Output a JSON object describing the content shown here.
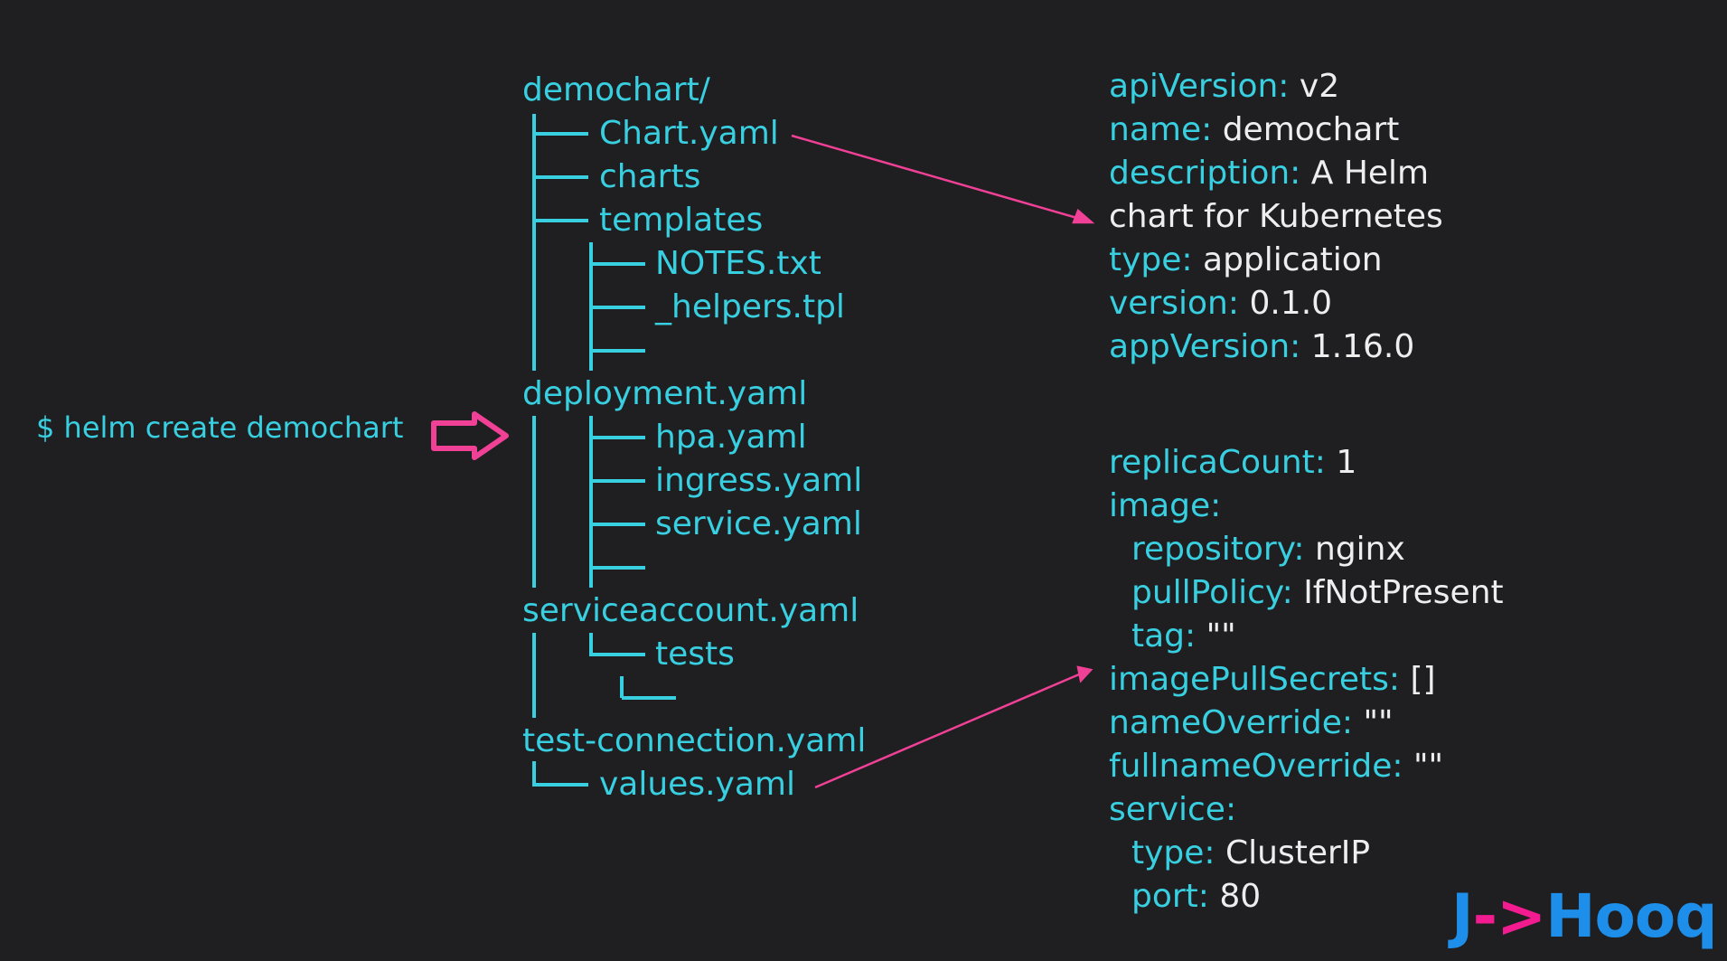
{
  "command": "$ helm create demochart",
  "tree": {
    "root": "demochart/",
    "chart_yaml": "Chart.yaml",
    "charts": "charts",
    "templates": "templates",
    "notes": "NOTES.txt",
    "helpers": "_helpers.tpl",
    "deployment": "deployment.yaml",
    "hpa": "hpa.yaml",
    "ingress": "ingress.yaml",
    "service": "service.yaml",
    "serviceaccount": "serviceaccount.yaml",
    "tests": "tests",
    "test_connection": "test-connection.yaml",
    "values": "values.yaml"
  },
  "chart_yaml": {
    "api_key": "apiVersion:",
    "api_val": "v2",
    "name_key": "name:",
    "name_val": "demochart",
    "desc_key": "description:",
    "desc_val": "A Helm",
    "desc_cont": "chart for Kubernetes",
    "type_key": "type:",
    "type_val": "application",
    "version_key": "version:",
    "version_val": "0.1.0",
    "appversion_key": "appVersion:",
    "appversion_val": "1.16.0"
  },
  "values_yaml": {
    "replica_key": "replicaCount:",
    "replica_val": "1",
    "image_key": "image:",
    "repo_key": "repository:",
    "repo_val": "nginx",
    "pull_key": "pullPolicy:",
    "pull_val": "IfNotPresent",
    "tag_key": "tag:",
    "tag_val": "\"\"",
    "secrets_key": "imagePullSecrets:",
    "secrets_val": "[]",
    "nameoverride_key": "nameOverride:",
    "nameoverride_val": "\"\"",
    "fullname_key": "fullnameOverride:",
    "fullname_val": "\"\"",
    "service_key": "service:",
    "svc_type_key": "type:",
    "svc_type_val": "ClusterIP",
    "port_key": "port:",
    "port_val": "80"
  },
  "logo": {
    "j": "J",
    "arrow": "->",
    "rest": "Hooq"
  },
  "colors": {
    "background": "#1f1f21",
    "cyan": "#38cfe1",
    "white": "#eeeeee",
    "pink": "#f04196",
    "logo_blue": "#1d8fea",
    "logo_pink": "#f21b8f"
  }
}
